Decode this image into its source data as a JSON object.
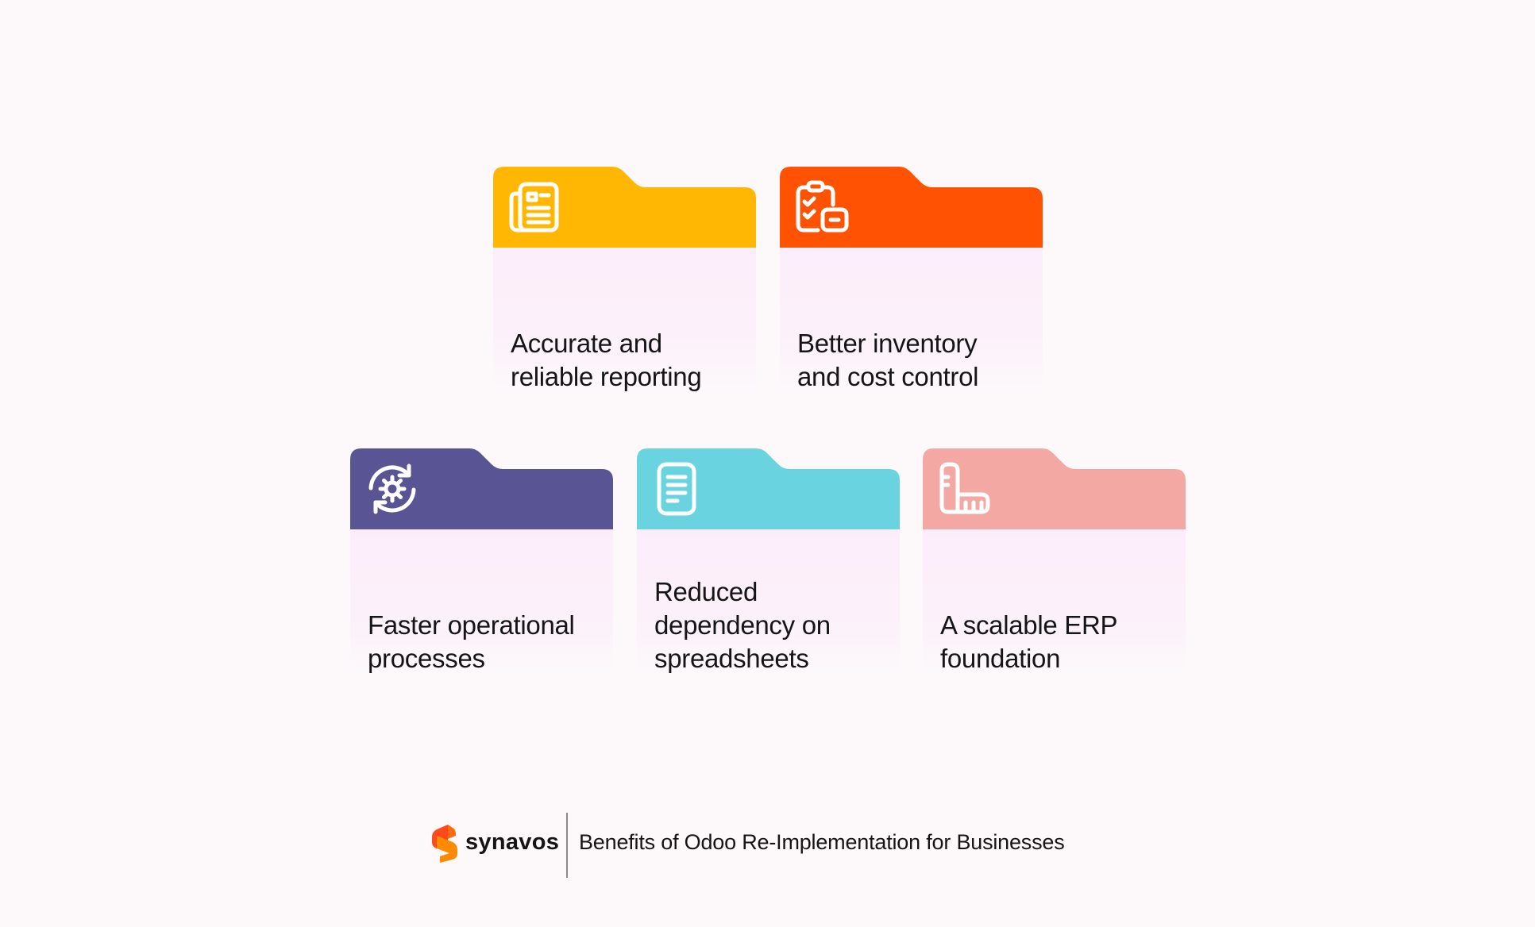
{
  "cards": [
    {
      "label": "Accurate and\nreliable reporting",
      "color": "#FFB703",
      "icon": "document-list-icon"
    },
    {
      "label": "Better inventory\nand cost control",
      "color": "#FF5203",
      "icon": "clipboard-check-icon"
    },
    {
      "label": "Faster operational\nprocesses",
      "color": "#595494",
      "icon": "refresh-gear-icon"
    },
    {
      "label": "Reduced\ndependency on\nspreadsheets",
      "color": "#69D3DF",
      "icon": "spreadsheet-doc-icon"
    },
    {
      "label": "A scalable ERP\nfoundation",
      "color": "#F3A8A4",
      "icon": "ruler-icon"
    }
  ],
  "footer": {
    "brand": "synavos",
    "title": "Benefits of Odoo Re-Implementation for Businesses"
  }
}
